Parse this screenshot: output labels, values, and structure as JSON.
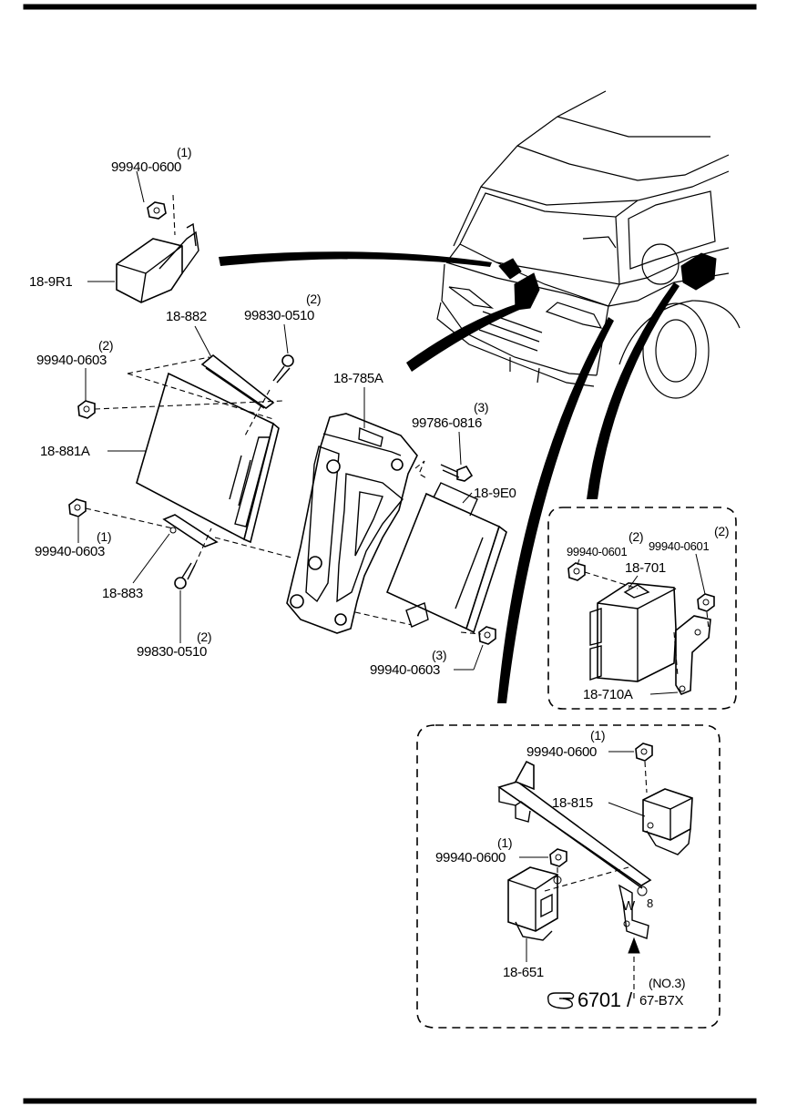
{
  "labels": {
    "nut_9r1": {
      "part": "99940-0600",
      "qty": "(1)"
    },
    "module_9r1": {
      "part": "18-9R1"
    },
    "bracket_882": {
      "part": "18-882"
    },
    "screw_top": {
      "part": "99830-0510",
      "qty": "(2)"
    },
    "nut_upper_left": {
      "part": "99940-0603",
      "qty": "(2)"
    },
    "pcm_881a": {
      "part": "18-881A"
    },
    "nut_lower_left": {
      "part": "99940-0603",
      "qty": "(1)"
    },
    "bracket_883": {
      "part": "18-883"
    },
    "screw_bottom": {
      "part": "99830-0510",
      "qty": "(2)"
    },
    "bracket_785a": {
      "part": "18-785A"
    },
    "bolt_0816": {
      "part": "99786-0816",
      "qty": "(3)"
    },
    "module_9e0": {
      "part": "18-9E0"
    },
    "nut_9e0": {
      "part": "99940-0603",
      "qty": "(3)"
    },
    "nut_701_left": {
      "part": "99940-0601",
      "qty": "(2)"
    },
    "nut_701_right": {
      "part": "99940-0601",
      "qty": "(2)"
    },
    "module_701": {
      "part": "18-701"
    },
    "bracket_710a": {
      "part": "18-710A"
    },
    "nut_815": {
      "part": "99940-0600",
      "qty": "(1)"
    },
    "relay_815": {
      "part": "18-815"
    },
    "nut_651": {
      "part": "99940-0600",
      "qty": "(1)"
    },
    "relay_651": {
      "part": "18-651"
    }
  },
  "reference": {
    "fig_number": "6701",
    "separator": "/",
    "sub_ref": "67-B7X",
    "note": "(NO.3)",
    "marker": "W",
    "marker_num": "8"
  },
  "icons": {
    "reference_hand": "pointing-hand-icon"
  }
}
